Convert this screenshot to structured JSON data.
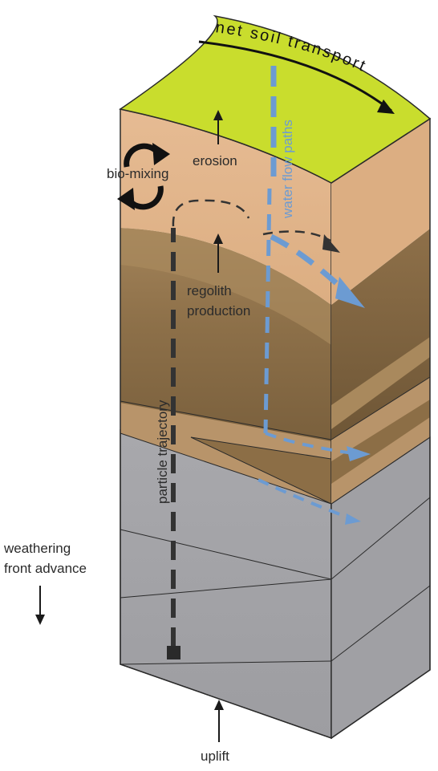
{
  "labels": {
    "net_soil_transport": "net soil transport",
    "water_flow_paths": "water flow paths",
    "erosion": "erosion",
    "bio_mixing": "bio-mixing",
    "regolith_line1": "regolith",
    "regolith_line2": "production",
    "particle_trajectory": "particle trajectory",
    "weathering_line1": "weathering",
    "weathering_line2": "front advance",
    "uplift": "uplift"
  },
  "colors": {
    "surface_green": "#c7dc2e",
    "soil_tan": "#e2b38a",
    "regolith_brown": "#9a7a50",
    "saprolite_brown": "#b18e5c",
    "bedrock_gray": "#a4a4a8",
    "water_blue": "#6c9bd2",
    "trajectory_dark": "#333333"
  }
}
